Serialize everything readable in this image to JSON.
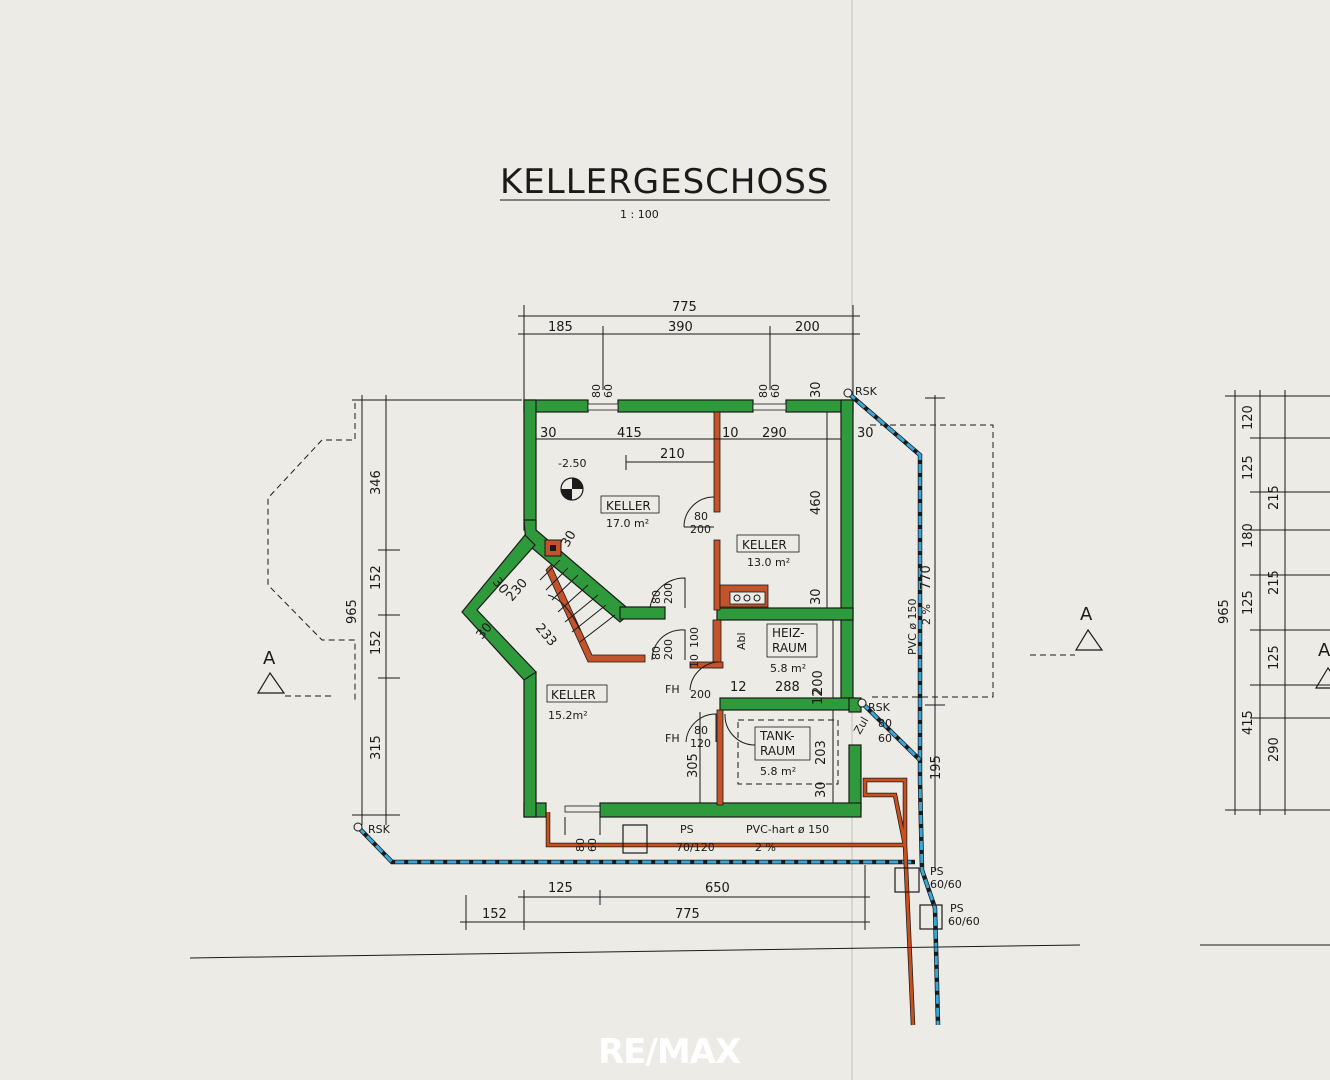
{
  "title": "KELLERGESCHOSS",
  "scale": "1 : 100",
  "dims_top": {
    "total": "775",
    "a": "185",
    "b": "390",
    "c": "200"
  },
  "dims_bottom": {
    "a": "125",
    "b": "650",
    "c": "152",
    "d": "775"
  },
  "dims_left": {
    "total": "965",
    "a": "346",
    "b": "152",
    "c": "152",
    "d": "315"
  },
  "dims_right_elev": {
    "total": "965",
    "a": "120",
    "b": "125",
    "c": "215",
    "d": "180",
    "e": "215",
    "f": "125",
    "g": "125",
    "h": "415",
    "i": "290"
  },
  "window_marks": {
    "w1": "80\n60",
    "w2": "80\n60",
    "w3": "80\n60"
  },
  "interior_dims": {
    "d30a": "30",
    "d415": "415",
    "d10": "10",
    "d290": "290",
    "d30b": "30",
    "d30c": "30",
    "d210": "210",
    "d460": "460",
    "d770": "770",
    "d195": "195",
    "d30d": "30",
    "d30e": "30",
    "d230": "230",
    "d233": "233",
    "d30f": "30",
    "d80_200a": "80",
    "d80_200a2": "200",
    "d80_200b": "80",
    "d80_200b2": "200",
    "d80_200c": "80",
    "d80_200c2": "200",
    "d100": "100",
    "d10b": "10",
    "d200": "200",
    "d12a": "12",
    "d12b": "12",
    "d288": "288",
    "d305": "305",
    "d80_120": "80",
    "d80_120b": "120",
    "d203": "203",
    "d30g": "30",
    "d80_60r": "80",
    "d80_60r2": "60",
    "d80_60b": "80",
    "d80_60b2": "60",
    "elev": "-2.50"
  },
  "rooms": [
    {
      "label": "KELLER",
      "area": "17.0 m²"
    },
    {
      "label": "KELLER",
      "area": "13.0 m²"
    },
    {
      "label": "HEIZ-",
      "label2": "RAUM",
      "area": "5.8 m²"
    },
    {
      "label": "KELLER",
      "area": "15.2m²"
    },
    {
      "label": "TANK-",
      "label2": "RAUM",
      "area": "5.8 m²"
    }
  ],
  "labels": {
    "rsk1": "RSK",
    "rsk2": "RSK",
    "rsk3": "RSK",
    "ps1": "PS",
    "ps1b": "70/120",
    "ps2": "PS",
    "ps2b": "60/60",
    "ps3": "PS",
    "ps3b": "60/60",
    "pvc_hart": "PVC-hart ø 150",
    "slope_bottom": "2 %",
    "pvc_right": "PVC ø 150",
    "slope_right": "2 %",
    "fh1": "FH",
    "fh2": "FH",
    "abl": "Abl",
    "zul": "Zul",
    "section_a_left": "A",
    "section_a_mid": "A",
    "section_a_right": "A"
  },
  "watermark": "RE/MAX",
  "colors": {
    "wall": "#2e9a3c",
    "inner_wall": "#c2532a",
    "water": "#3aa6d8",
    "sewer": "#c8501e",
    "paper": "#ecebe6"
  }
}
